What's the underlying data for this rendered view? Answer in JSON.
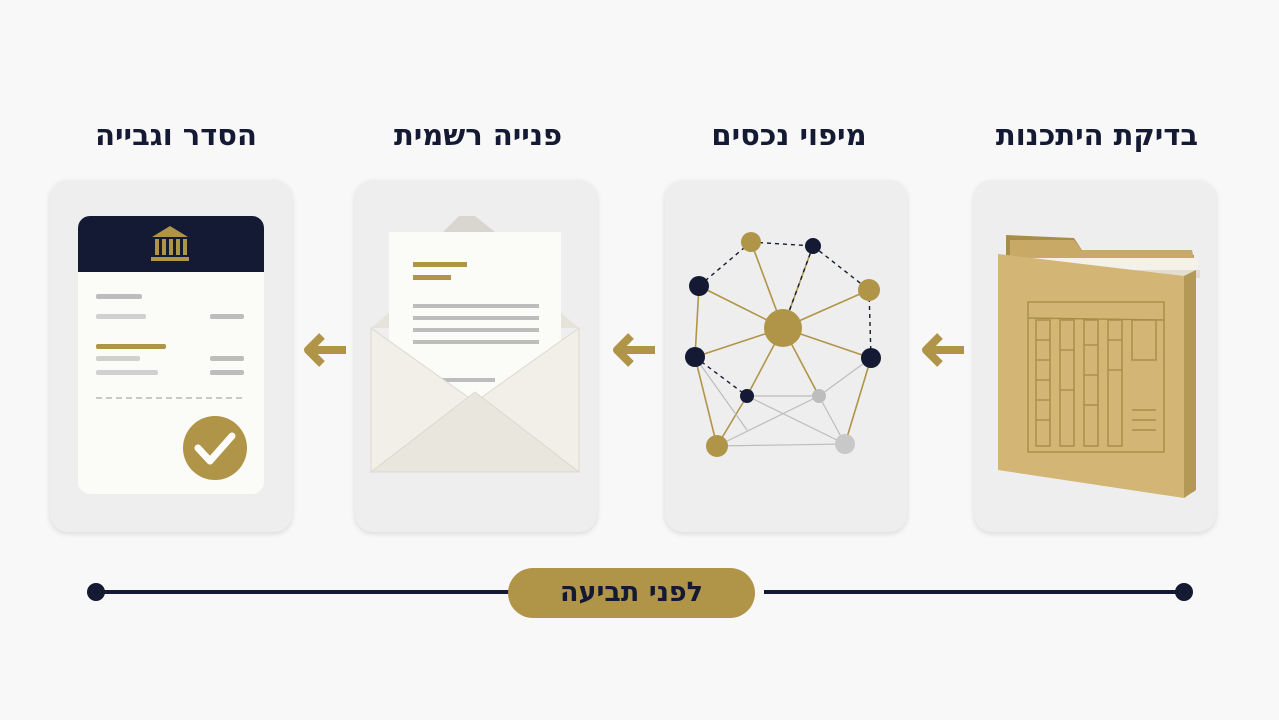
{
  "steps": [
    {
      "label": "בדיקת היתכנות",
      "icon": "folder-icon"
    },
    {
      "label": "מיפוי נכסים",
      "icon": "network-icon"
    },
    {
      "label": "פנייה רשמית",
      "icon": "envelope-icon"
    },
    {
      "label": "הסדר וגבייה",
      "icon": "bank-receipt-icon"
    }
  ],
  "timeline": {
    "label": "לפני תביעה"
  },
  "colors": {
    "gold": "#b09448",
    "navy": "#141a33",
    "card": "#eeeeee"
  }
}
